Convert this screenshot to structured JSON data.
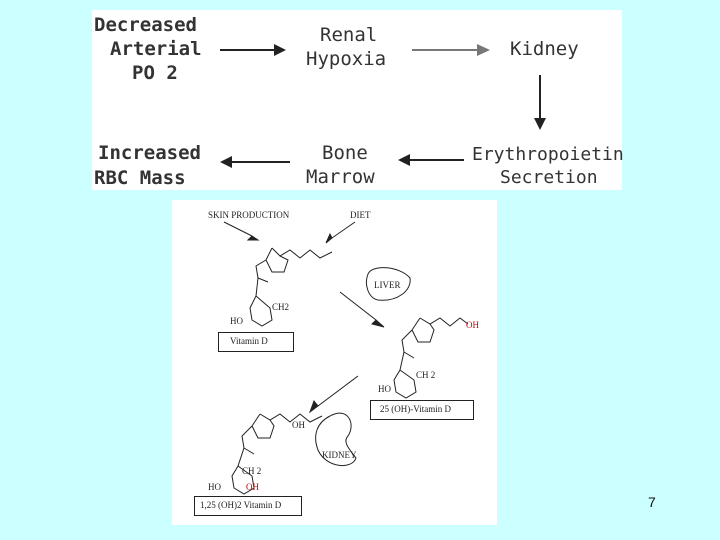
{
  "flow": {
    "decreased": [
      "Decreased",
      "Arterial",
      "PO 2"
    ],
    "renal": [
      "Renal",
      "Hypoxia"
    ],
    "kidney": "Kidney",
    "epo": [
      "Erythropoietin",
      "Secretion"
    ],
    "bone": [
      "Bone",
      "Marrow"
    ],
    "rbc": [
      "Increased",
      "RBC Mass"
    ]
  },
  "vitd": {
    "skin": "SKIN PRODUCTION",
    "diet": "DIET",
    "liver": "LIVER",
    "kidney": "KIDNEY",
    "vitd_label": "Vitamin D",
    "d25_label": "25 (OH)-Vitamin D",
    "d125_label": "1,25 (OH)2 Vitamin D",
    "oh": "OH",
    "ho": "HO",
    "ch2": "CH2",
    "ch2_b": "CH 2",
    "ch2_c": "CH 2"
  },
  "page_number": "7"
}
